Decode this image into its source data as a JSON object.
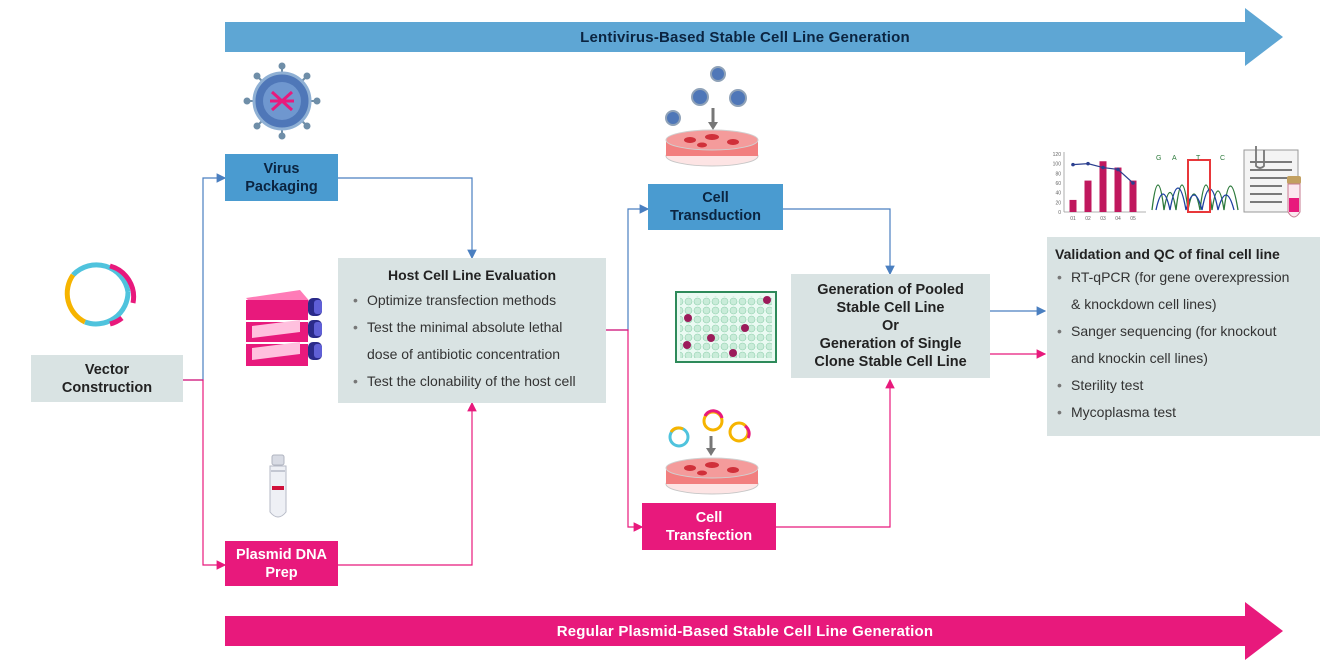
{
  "banners": {
    "top": "Lentivirus-Based Stable Cell Line Generation",
    "bottom": "Regular Plasmid-Based Stable Cell Line Generation"
  },
  "nodes": {
    "vector": "Vector\nConstruction",
    "virus": "Virus\nPackaging",
    "plasmid": "Plasmid DNA\nPrep",
    "transduction": "Cell\nTransduction",
    "transfection": "Cell\nTransfection",
    "generation": "Generation of Pooled\nStable Cell Line\nOr\nGeneration of Single\nClone Stable Cell Line"
  },
  "host_eval": {
    "title": "Host Cell Line Evaluation",
    "items": [
      "Optimize transfection methods",
      "Test the minimal absolute lethal",
      "dose of antibiotic concentration",
      "Test the clonability of the host cell"
    ]
  },
  "validation": {
    "title": "Validation and QC of final cell line",
    "items": [
      "RT-qPCR (for gene overexpression",
      "& knockdown cell lines)",
      "Sanger sequencing (for knockout",
      "and knockin cell lines)",
      "Sterility test",
      "Mycoplasma test"
    ]
  },
  "mini_chart": {
    "y_ticks": [
      "120",
      "100",
      "80",
      "60",
      "40",
      "20",
      "0"
    ],
    "x_ticks": [
      "01",
      "02",
      "03",
      "04",
      "05"
    ],
    "bars": [
      25,
      65,
      105,
      92,
      65
    ],
    "line": [
      98,
      100,
      92,
      88,
      60
    ]
  },
  "colors": {
    "blue": "#4a9bd0",
    "pink": "#e8197c",
    "grey": "#d9e3e3"
  }
}
